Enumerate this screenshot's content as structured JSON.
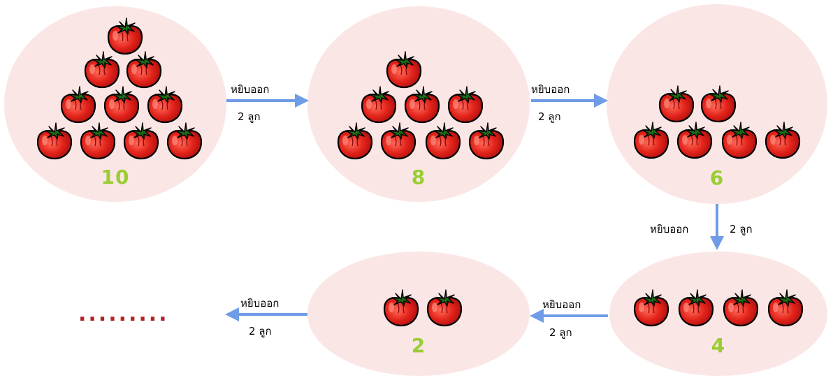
{
  "colors": {
    "circle_fill": "#fbe6e6",
    "count_color": "#9acd32",
    "arrow_color": "#6f9ce6",
    "dots_color": "#b22222"
  },
  "groups": [
    {
      "id": "g10",
      "count": "10",
      "tomatoes": 10
    },
    {
      "id": "g8",
      "count": "8",
      "tomatoes": 8
    },
    {
      "id": "g6",
      "count": "6",
      "tomatoes": 6
    },
    {
      "id": "g4",
      "count": "4",
      "tomatoes": 4
    },
    {
      "id": "g2",
      "count": "2",
      "tomatoes": 2
    }
  ],
  "steps": [
    {
      "action": "หยิบออก",
      "amount": "2 ลูก"
    },
    {
      "action": "หยิบออก",
      "amount": "2 ลูก"
    },
    {
      "action": "หยิบออก",
      "amount": "2 ลูก"
    },
    {
      "action": "หยิบออก",
      "amount": "2 ลูก"
    },
    {
      "action": "หยิบออก",
      "amount": "2 ลูก"
    }
  ],
  "ellipsis": "........."
}
